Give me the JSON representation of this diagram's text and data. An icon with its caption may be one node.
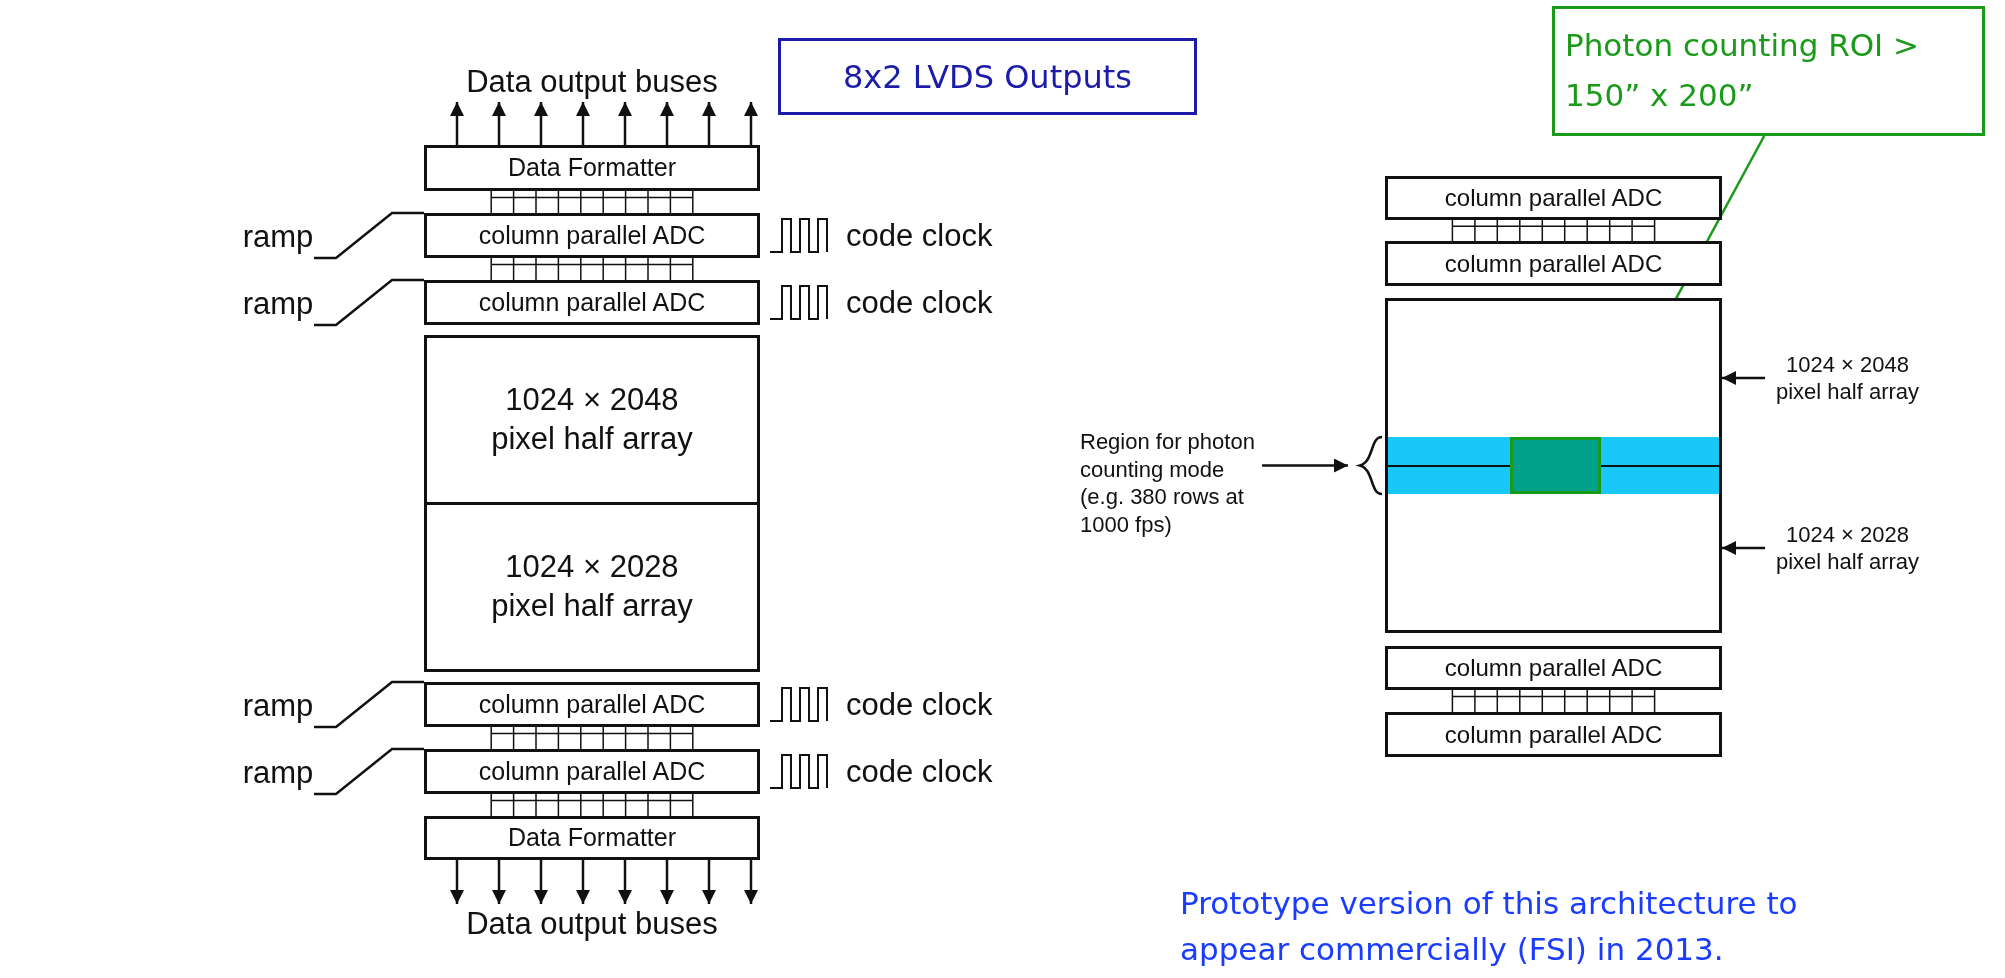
{
  "diagram": {
    "caption": "Prototype version of this architecture to appear commercially (FSI) in 2013.",
    "nodes": [
      {
        "text": [
          "Data output buses"
        ]
      },
      {
        "text": [
          "8x2 LVDS Outputs"
        ]
      },
      {
        "text": [
          "Photon counting ROI > 150” x 200”"
        ]
      },
      {
        "text": [
          "Data Formatter"
        ]
      },
      {
        "text": [
          "ramp"
        ]
      },
      {
        "text": [
          "column parallel ADC"
        ]
      },
      {
        "text": [
          "ramp"
        ]
      },
      {
        "text": [
          "column parallel ADC"
        ]
      },
      {
        "text": [
          "1024 × 2048 pixel half array"
        ]
      },
      {
        "text": [
          "1024 × 2028 pixel half array"
        ]
      },
      {
        "text": [
          "ramp"
        ]
      },
      {
        "text": [
          "column parallel ADC"
        ]
      },
      {
        "text": [
          "ramp"
        ]
      },
      {
        "text": [
          "column parallel ADC"
        ]
      },
      {
        "text": [
          "Data Formatter"
        ]
      },
      {
        "text": [
          "Data output buses"
        ]
      },
      {
        "text": [
          "column parallel ADC"
        ]
      },
      {
        "text": [
          "column parallel ADC"
        ]
      },
      {
        "text": [],
        "shape": "box"
      },
      {
        "text": [],
        "shape": "bar",
        "in": 18
      },
      {
        "text": [],
        "shape": "box",
        "in": 19
      },
      {
        "text": [
          "1024 × 2048 pixel half array"
        ]
      },
      {
        "text": [
          "Region for photon counting mode (e.g. 380 rows at 1000 fps)"
        ]
      },
      {
        "text": [
          "1024 × 2028 pixel half array"
        ]
      },
      {
        "text": [
          "column parallel ADC"
        ]
      },
      {
        "text": [
          "column parallel ADC"
        ]
      }
    ],
    "edges": [
      {
        "from": 3,
        "to": 0,
        "arrow": "to"
      },
      {
        "from": 3,
        "to": 0,
        "arrow": "to"
      },
      {
        "from": 3,
        "to": 0,
        "arrow": "to"
      },
      {
        "from": 3,
        "to": 0,
        "arrow": "to"
      },
      {
        "from": 3,
        "to": 0,
        "arrow": "to"
      },
      {
        "from": 3,
        "to": 0,
        "arrow": "to"
      },
      {
        "from": 3,
        "to": 0,
        "arrow": "to"
      },
      {
        "from": 3,
        "to": 0,
        "arrow": "to"
      },
      {
        "from": 3,
        "to": 5,
        "arrow": "none"
      },
      {
        "from": 5,
        "to": 7,
        "arrow": "none"
      },
      {
        "from": 4,
        "to": 5,
        "arrow": "none"
      },
      {
        "from": 6,
        "to": 7,
        "arrow": "none"
      },
      {
        "from": 11,
        "to": 13,
        "arrow": "none"
      },
      {
        "from": 13,
        "to": 14,
        "arrow": "none"
      },
      {
        "from": 10,
        "to": 11,
        "arrow": "none"
      },
      {
        "from": 12,
        "to": 13,
        "arrow": "none"
      },
      {
        "from": 14,
        "to": 15,
        "arrow": "to"
      },
      {
        "from": 14,
        "to": 15,
        "arrow": "to"
      },
      {
        "from": 14,
        "to": 15,
        "arrow": "to"
      },
      {
        "from": 14,
        "to": 15,
        "arrow": "to"
      },
      {
        "from": 14,
        "to": 15,
        "arrow": "to"
      },
      {
        "from": 14,
        "to": 15,
        "arrow": "to"
      },
      {
        "from": 14,
        "to": 15,
        "arrow": "to"
      },
      {
        "from": 14,
        "to": 15,
        "arrow": "to"
      },
      {
        "from": 16,
        "to": 17,
        "arrow": "none"
      },
      {
        "from": 24,
        "to": 25,
        "arrow": "none"
      },
      {
        "from": 21,
        "to": 18,
        "arrow": "to"
      },
      {
        "from": 23,
        "to": 18,
        "arrow": "to"
      },
      {
        "from": 22,
        "to": 19,
        "arrow": "to"
      },
      {
        "from": 2,
        "to": 20,
        "arrow": "other",
        "color": "#1a9a1a"
      }
    ],
    "labels": [
      "code clock",
      "code clock",
      "code clock",
      "code clock"
    ]
  }
}
